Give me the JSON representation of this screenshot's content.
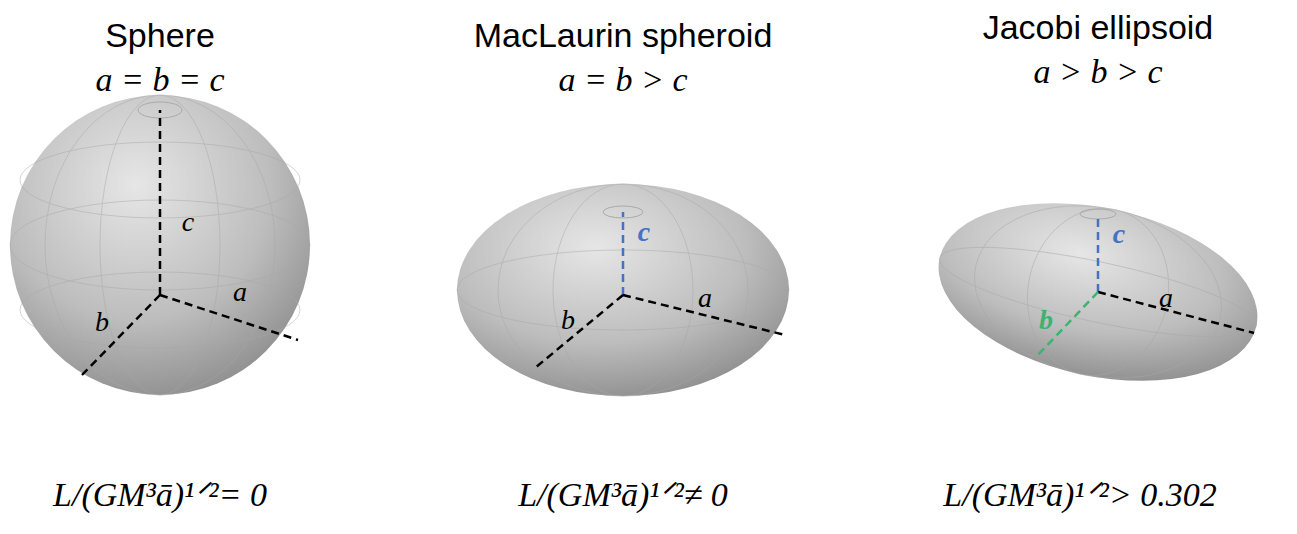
{
  "diagram": {
    "nodes": [
      {
        "text": [
          "Sphere",
          "a = b = c",
          "c",
          "a",
          "b",
          "L/(GM³ā)¹ᐟ²= 0"
        ]
      },
      {
        "text": [
          "MacLaurin spheroid",
          "a = b > c",
          "c",
          "a",
          "b",
          "L/(GM³ā)¹ᐟ²≠ 0"
        ]
      },
      {
        "text": [
          "Jacobi ellipsoid",
          "a > b > c",
          "c",
          "a",
          "b",
          "L/(GM³ā)¹ᐟ²> 0.302"
        ]
      }
    ]
  }
}
